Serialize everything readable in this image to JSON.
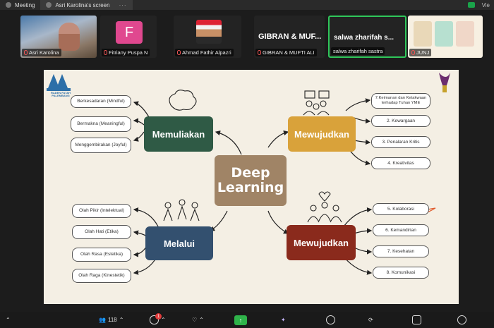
{
  "tabs": [
    {
      "label": "Meeting"
    },
    {
      "label": "Asri Karolina's screen"
    }
  ],
  "top_right_text": "Vie",
  "participants": [
    {
      "name": "Asri Karolina",
      "muted": true
    },
    {
      "name": "Fitriany Puspa N",
      "initial": "F",
      "muted": true
    },
    {
      "name": "Ahmad Fathir Alpazri",
      "muted": true
    },
    {
      "name": "GIBRAN & MUFTI ALI",
      "display": "GIBRAN & MUF...",
      "muted": true
    },
    {
      "name": "salwa zharifah sastra",
      "display": "salwa zharifah s...",
      "speaking": true
    },
    {
      "name": "JUNJ",
      "muted": true
    }
  ],
  "slide": {
    "left_logo_caption": "RADEN FATAH PALEMBANG",
    "center_label": "Deep Learning",
    "nodes": {
      "top_left": {
        "label": "Memuliakan",
        "color": "#2f5a45",
        "items": [
          "Berkesadaran (Mindful)",
          "Bermakna (Meaningful)",
          "Menggembirakan (Joyful)"
        ]
      },
      "top_right": {
        "label": "Mewujudkan",
        "color": "#d9a23a",
        "items": [
          "7.Keimanan dan Ketakwaan terhadap Tuhan YME",
          "2. Kewargaan",
          "3. Penalaran Kritis",
          "4. Kreativitas"
        ]
      },
      "bottom_left": {
        "label": "Melalui",
        "color": "#33506f",
        "items": [
          "Olah Pikir (Intelektual)",
          "Olah Hati (Etika)",
          "Olah Rasa (Estetika)",
          "Olah Raga (Kinestetik)"
        ]
      },
      "bottom_right": {
        "label": "Mewujudkan",
        "color": "#8a2a1c",
        "items": [
          "5. Kolaborasi",
          "6. Kemandirian",
          "7. Kesehatan",
          "8. Komunikasi"
        ]
      }
    },
    "center_color": "#a08466",
    "background": "#f4efe4"
  },
  "toolbar": {
    "participants_count": "118",
    "chat_badge": "1"
  }
}
